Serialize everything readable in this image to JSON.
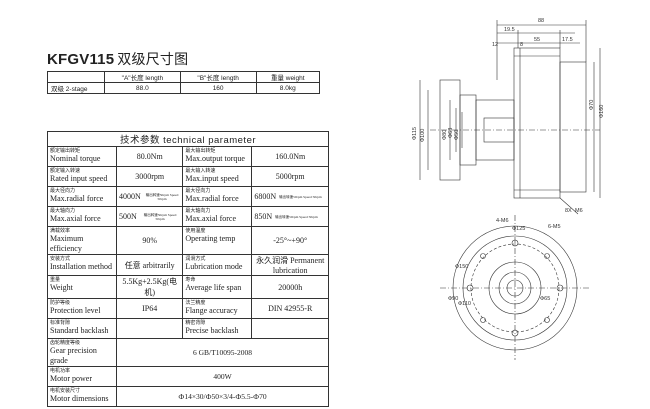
{
  "title": {
    "model": "KFGV115",
    "cn": "双级尺寸图"
  },
  "dim_table": {
    "headers": [
      "",
      "\"A\"长度 length",
      "\"B\"长度  length",
      "重量 weight"
    ],
    "row": [
      "双级 2-stage",
      "88.0",
      "160",
      "8.0kg"
    ]
  },
  "spec": {
    "header": "技术参数   technical  parameter",
    "rows": [
      {
        "l_cn": "额定输出转矩",
        "l_en": "Nominal torque",
        "l_val": "80.0Nm",
        "r_cn": "最大输出转矩",
        "r_en": "Max.output torque",
        "r_val": "160.0Nm"
      },
      {
        "l_cn": "额定输入转速",
        "l_en": "Rated input speed",
        "l_val": "3000rpm",
        "r_cn": "最大输入转速",
        "r_en": "Max.input speed",
        "r_val": "5000rpm"
      },
      {
        "l_cn": "最大径向力",
        "l_en": "Max.radial force",
        "l_val": "4000N",
        "l_sm": "输出转速50rpm Speed 50rpm",
        "r_cn": "最大径向力",
        "r_en": "Max.radial force",
        "r_val": "6800N",
        "r_sm": "输出转速50rpm Speed 50rpm"
      },
      {
        "l_cn": "最大轴向力",
        "l_en": "Max.axial force",
        "l_val": "500N",
        "l_sm": "输出转速50rpm Speed 50rpm",
        "r_cn": "最大轴向力",
        "r_en": "Max.axial force",
        "r_val": "850N",
        "r_sm": "输出转速50rpm Speed 50rpm"
      },
      {
        "l_cn": "满载效率",
        "l_en": "Maximum efficiency",
        "l_val": "90%",
        "r_cn": "使用温度",
        "r_en": "Operating temp",
        "r_val": "-25°~+90°"
      },
      {
        "l_cn": "安装方式",
        "l_en": "Installation method",
        "l_val": "任意 arbitrarily",
        "r_cn": "润滑方式",
        "r_en": "Lubrication mode",
        "r_val": "永久润滑 Permanent lubrication"
      },
      {
        "l_cn": "重量",
        "l_en": "Weight",
        "l_val": "5.5Kg+2.5Kg(电机)",
        "r_cn": "寿命",
        "r_en": "Average life span",
        "r_val": "20000h"
      },
      {
        "l_cn": "防护等级",
        "l_en": "Protection level",
        "l_val": "IP64",
        "r_cn": "法兰精度",
        "r_en": "Flange accuracy",
        "r_val": "DIN 42955-R"
      },
      {
        "l_cn": "标准背隙",
        "l_en": "Standard backlash",
        "l_val": "",
        "r_cn": "精密背隙",
        "r_en": "Precise backlash",
        "r_val": ""
      }
    ],
    "full_rows": [
      {
        "cn": "齿轮精度等级",
        "en": "Gear precision grade",
        "val": "6 GB/T10095-2008"
      },
      {
        "cn": "电机功率",
        "en": "Motor power",
        "val": "400W"
      },
      {
        "cn": "电机安装尺寸",
        "en": "Motor  dimensions",
        "val": "Ф14×30/Ф50×3/4-Ф5.5-Ф70"
      }
    ]
  },
  "drawing": {
    "dims": [
      "88",
      "19.5",
      "55",
      "17.5",
      "12",
      "8",
      "Ф115",
      "Ф100",
      "Ф80",
      "Ф63",
      "Ф50",
      "Ф70",
      "Ф160",
      "Ф125",
      "Ф150",
      "Ф90",
      "Ф110",
      "Ф65",
      "M6",
      "4-M6",
      "6-M5",
      "8X"
    ]
  }
}
